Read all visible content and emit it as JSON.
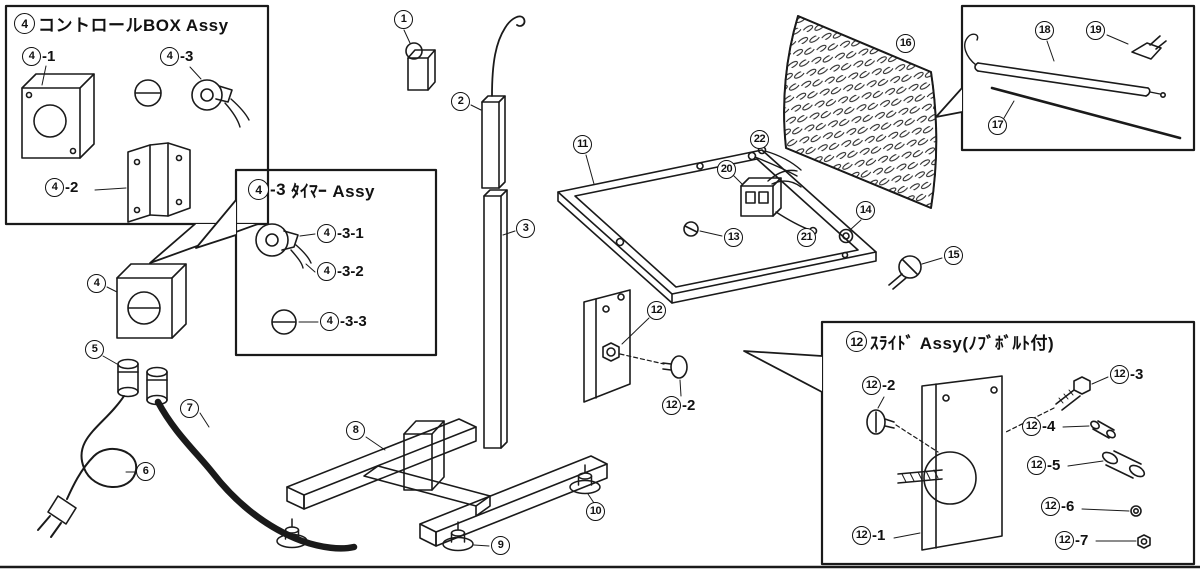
{
  "diagram": {
    "type": "exploded-parts-diagram",
    "background": "#ffffff",
    "line_color": "#1a1a1a"
  },
  "boxes": {
    "control": {
      "num": "4",
      "title": "コントロールBOX Assy"
    },
    "timer": {
      "num": "4",
      "dash": "-3",
      "title": "ﾀｲﾏｰ Assy"
    },
    "slide": {
      "num": "12",
      "title": "ｽﾗｲﾄﾞ Assy(ﾉﾌﾞﾎﾞﾙﾄ付)"
    }
  },
  "parts": {
    "p1": "1",
    "p2": "2",
    "p3": "3",
    "p4": "4",
    "p5": "5",
    "p6": "6",
    "p7": "7",
    "p8": "8",
    "p9": "9",
    "p10": "10",
    "p11": "11",
    "p12": "12",
    "p13": "13",
    "p14": "14",
    "p15": "15",
    "p16": "16",
    "p17": "17",
    "p18": "18",
    "p19": "19",
    "p20": "20",
    "p21": "21",
    "p22": "22"
  },
  "subparts": {
    "p4_1": {
      "n": "4",
      "s": "-1"
    },
    "p4_2": {
      "n": "4",
      "s": "-2"
    },
    "p4_3": {
      "n": "4",
      "s": "-3"
    },
    "p4_3_1": {
      "n": "4",
      "s": "-3-1"
    },
    "p4_3_2": {
      "n": "4",
      "s": "-3-2"
    },
    "p4_3_3": {
      "n": "4",
      "s": "-3-3"
    },
    "p12_2_main": {
      "n": "12",
      "s": "-2"
    },
    "p12_1": {
      "n": "12",
      "s": "-1"
    },
    "p12_2": {
      "n": "12",
      "s": "-2"
    },
    "p12_3": {
      "n": "12",
      "s": "-3"
    },
    "p12_4": {
      "n": "12",
      "s": "-4"
    },
    "p12_5": {
      "n": "12",
      "s": "-5"
    },
    "p12_6": {
      "n": "12",
      "s": "-6"
    },
    "p12_7": {
      "n": "12",
      "s": "-7"
    }
  }
}
